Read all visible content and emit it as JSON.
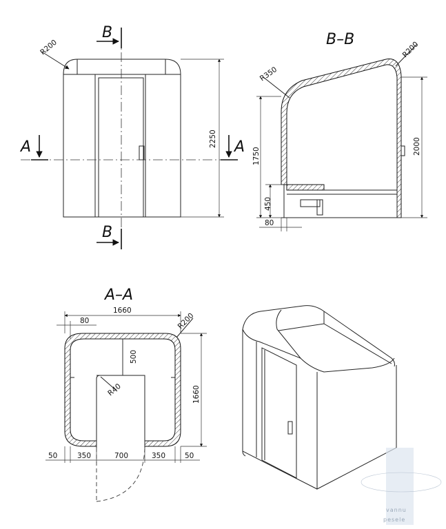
{
  "views": {
    "front": {
      "section_labels": [
        "B",
        "B",
        "A",
        "A"
      ],
      "radius": "R200",
      "height": "2250"
    },
    "section_bb": {
      "title": "B–B",
      "radius_top": "R200",
      "radius_back": "R350",
      "height_back": "1750",
      "height_front": "2000",
      "seat_height": "450",
      "offset": "80"
    },
    "section_aa": {
      "title": "A–A",
      "width": "1660",
      "wall": "80",
      "radius": "R200",
      "depth": "500",
      "inner_radius": "R40",
      "height": "1660",
      "bottom_dims": [
        "50",
        "350",
        "700",
        "350",
        "50"
      ]
    }
  },
  "watermark": {
    "line1": "vannu",
    "line2": "pesele"
  }
}
